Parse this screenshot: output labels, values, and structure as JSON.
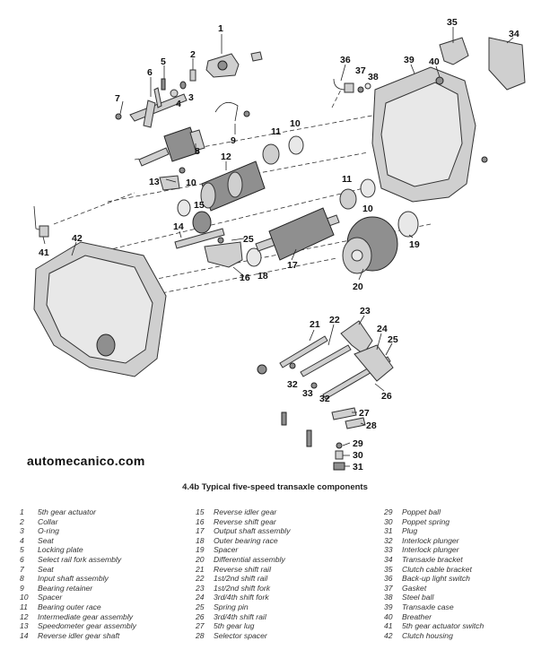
{
  "watermark": "automecanico.com",
  "figure": {
    "caption": "4.4b Typical five-speed transaxle components",
    "callouts": [
      "1",
      "2",
      "3",
      "4",
      "5",
      "6",
      "7",
      "8",
      "9",
      "10",
      "10",
      "10",
      "11",
      "11",
      "12",
      "13",
      "14",
      "15",
      "16",
      "17",
      "18",
      "19",
      "20",
      "21",
      "22",
      "23",
      "24",
      "25",
      "25",
      "26",
      "27",
      "28",
      "29",
      "30",
      "31",
      "32",
      "32",
      "33",
      "34",
      "35",
      "36",
      "37",
      "38",
      "39",
      "40",
      "41",
      "42"
    ]
  },
  "legend": {
    "col1": [
      {
        "num": "1",
        "label": "5th gear actuator"
      },
      {
        "num": "2",
        "label": "Collar"
      },
      {
        "num": "3",
        "label": "O-ring"
      },
      {
        "num": "4",
        "label": "Seat"
      },
      {
        "num": "5",
        "label": "Locking plate"
      },
      {
        "num": "6",
        "label": "Select rail fork assembly"
      },
      {
        "num": "7",
        "label": "Seat"
      },
      {
        "num": "8",
        "label": "Input shaft assembly"
      },
      {
        "num": "9",
        "label": "Bearing retainer"
      },
      {
        "num": "10",
        "label": "Spacer"
      },
      {
        "num": "11",
        "label": "Bearing outer race"
      },
      {
        "num": "12",
        "label": "Intermediate gear assembly"
      },
      {
        "num": "13",
        "label": "Speedometer gear assembly"
      },
      {
        "num": "14",
        "label": "Reverse idler gear shaft"
      }
    ],
    "col2": [
      {
        "num": "15",
        "label": "Reverse idler gear"
      },
      {
        "num": "16",
        "label": "Reverse shift gear"
      },
      {
        "num": "17",
        "label": "Output shaft assembly"
      },
      {
        "num": "18",
        "label": "Outer bearing race"
      },
      {
        "num": "19",
        "label": "Spacer"
      },
      {
        "num": "20",
        "label": "Differential assembly"
      },
      {
        "num": "21",
        "label": "Reverse shift rail"
      },
      {
        "num": "22",
        "label": "1st/2nd shift rail"
      },
      {
        "num": "23",
        "label": "1st/2nd shift fork"
      },
      {
        "num": "24",
        "label": "3rd/4th shift fork"
      },
      {
        "num": "25",
        "label": "Spring pin"
      },
      {
        "num": "26",
        "label": "3rd/4th shift rail"
      },
      {
        "num": "27",
        "label": "5th gear lug"
      },
      {
        "num": "28",
        "label": "Selector spacer"
      }
    ],
    "col3": [
      {
        "num": "29",
        "label": "Poppet ball"
      },
      {
        "num": "30",
        "label": "Poppet spring"
      },
      {
        "num": "31",
        "label": "Plug"
      },
      {
        "num": "32",
        "label": "Interlock plunger"
      },
      {
        "num": "33",
        "label": "Interlock plunger"
      },
      {
        "num": "34",
        "label": "Transaxle bracket"
      },
      {
        "num": "35",
        "label": "Clutch cable bracket"
      },
      {
        "num": "36",
        "label": "Back-up light switch"
      },
      {
        "num": "37",
        "label": "Gasket"
      },
      {
        "num": "38",
        "label": "Steel ball"
      },
      {
        "num": "39",
        "label": "Transaxle case"
      },
      {
        "num": "40",
        "label": "Breather"
      },
      {
        "num": "41",
        "label": "5th gear actuator switch"
      },
      {
        "num": "42",
        "label": "Clutch housing"
      }
    ]
  }
}
